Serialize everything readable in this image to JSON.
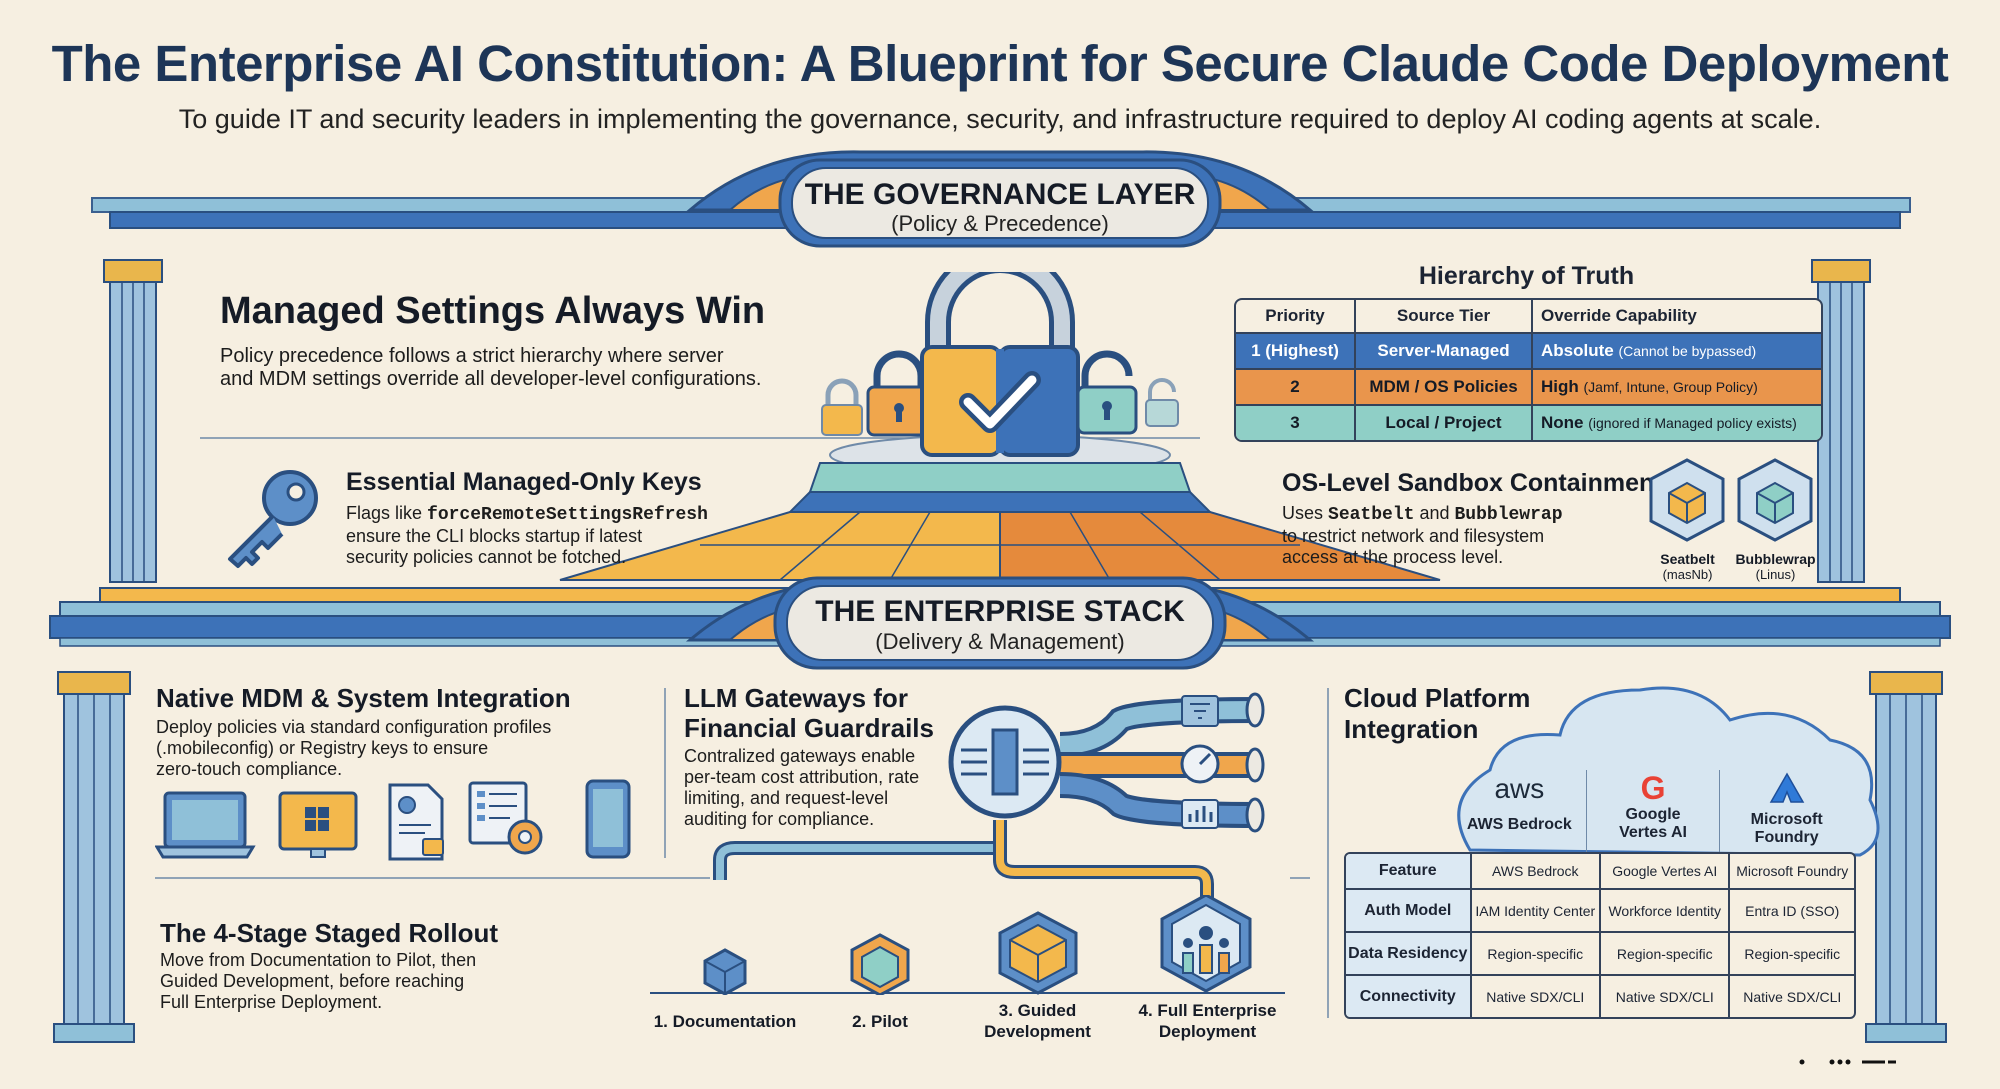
{
  "header": {
    "title": "The Enterprise AI Constitution: A Blueprint for Secure Claude Code Deployment",
    "subtitle": "To guide IT and security leaders in implementing the governance, security, and infrastructure required to deploy AI coding agents at scale."
  },
  "governance": {
    "banner_title": "THE GOVERNANCE LAYER",
    "banner_sub": "(Policy & Precedence)",
    "managed": {
      "title": "Managed Settings Always Win",
      "text_line1": "Policy precedence follows a strict hierarchy where server",
      "text_line2": "and MDM settings override all developer-level configurations."
    },
    "keys": {
      "title": "Essential Managed-Only Keys",
      "line1_prefix": "Flags like ",
      "line1_code": "forceRemoteSettingsRefresh",
      "line2": "ensure the CLI blocks startup if latest",
      "line3": "security policies cannot be fotched."
    },
    "hierarchy": {
      "title": "Hierarchy of Truth",
      "headers": [
        "Priority",
        "Source Tier",
        "Override Capability"
      ],
      "rows": [
        {
          "priority": "1 (Highest)",
          "tier": "Server-Managed",
          "cap": "Absolute",
          "note": "(Cannot be bypassed)",
          "color": "#3d72b8"
        },
        {
          "priority": "2",
          "tier": "MDM / OS Policies",
          "cap": "High",
          "note": "(Jamf, Intune, Group Policy)",
          "color": "#e9954c"
        },
        {
          "priority": "3",
          "tier": "Local / Project",
          "cap": "None",
          "note": "(ignored if Managed policy exists)",
          "color": "#8fcfc6"
        }
      ]
    },
    "sandbox": {
      "title": "OS-Level Sandbox Containment",
      "line1_prefix": "Uses ",
      "code1": "Seatbelt",
      "line1_mid": " and ",
      "code2": "Bubblewrap",
      "line2": "to restrict network and filesystem",
      "line3": "access at the process level.",
      "label1": "Seatbelt",
      "label1_sub": "(masNb)",
      "label2": "Bubblewrap",
      "label2_sub": "(Linus)"
    }
  },
  "stack": {
    "banner_title": "THE ENTERPRISE STACK",
    "banner_sub": "(Delivery & Management)",
    "mdm": {
      "title": "Native MDM & System Integration",
      "line1": "Deploy policies via standard configuration profiles",
      "line2": "(.mobileconfig) or Registry keys to ensure",
      "line3": "zero-touch compliance."
    },
    "llm": {
      "title1": "LLM Gateways for",
      "title2": "Financial Guardrails",
      "line1": "Contralized gateways enable",
      "line2": "per-team cost attribution, rate",
      "line3": "limiting, and request-level",
      "line4": "auditing for compliance."
    },
    "rollout": {
      "title": "The 4-Stage Staged Rollout",
      "line1": "Move from Documentation to Pilot, then",
      "line2": "Guided Development, before reaching",
      "line3": "Full Enterprise Deployment.",
      "stages": [
        {
          "l1": "1. Documentation",
          "l2": ""
        },
        {
          "l1": "2. Pilot",
          "l2": ""
        },
        {
          "l1": "3. Guided",
          "l2": "Development"
        },
        {
          "l1": "4. Full Enterprise",
          "l2": "Deployment"
        }
      ]
    },
    "cloud": {
      "title1": "Cloud Platform",
      "title2": "Integration",
      "logos": [
        {
          "mark": "aws",
          "l1": "AWS Bedrock",
          "l2": ""
        },
        {
          "mark": "G",
          "l1": "Google",
          "l2": "Vertes AI"
        },
        {
          "mark": "",
          "l1": "Microsoft",
          "l2": "Foundry"
        }
      ],
      "table": {
        "headers": [
          "Feature",
          "AWS Bedrock",
          "Google Vertes AI",
          "Microsoft Foundry"
        ],
        "rows": [
          [
            "Auth Model",
            "IAM Identity Center",
            "Workforce Identity",
            "Entra ID (SSO)"
          ],
          [
            "Data Residency",
            "Region-specific",
            "Region-specific",
            "Region-specific"
          ],
          [
            "Connectivity",
            "Native SDX/CLI",
            "Native SDX/CLI",
            "Native SDX/CLI"
          ]
        ]
      }
    }
  },
  "colors": {
    "navy": "#1d3557",
    "blue": "#3d72b8",
    "orange": "#e9954c",
    "teal": "#8fcfc6",
    "cream": "#f6efe1"
  }
}
